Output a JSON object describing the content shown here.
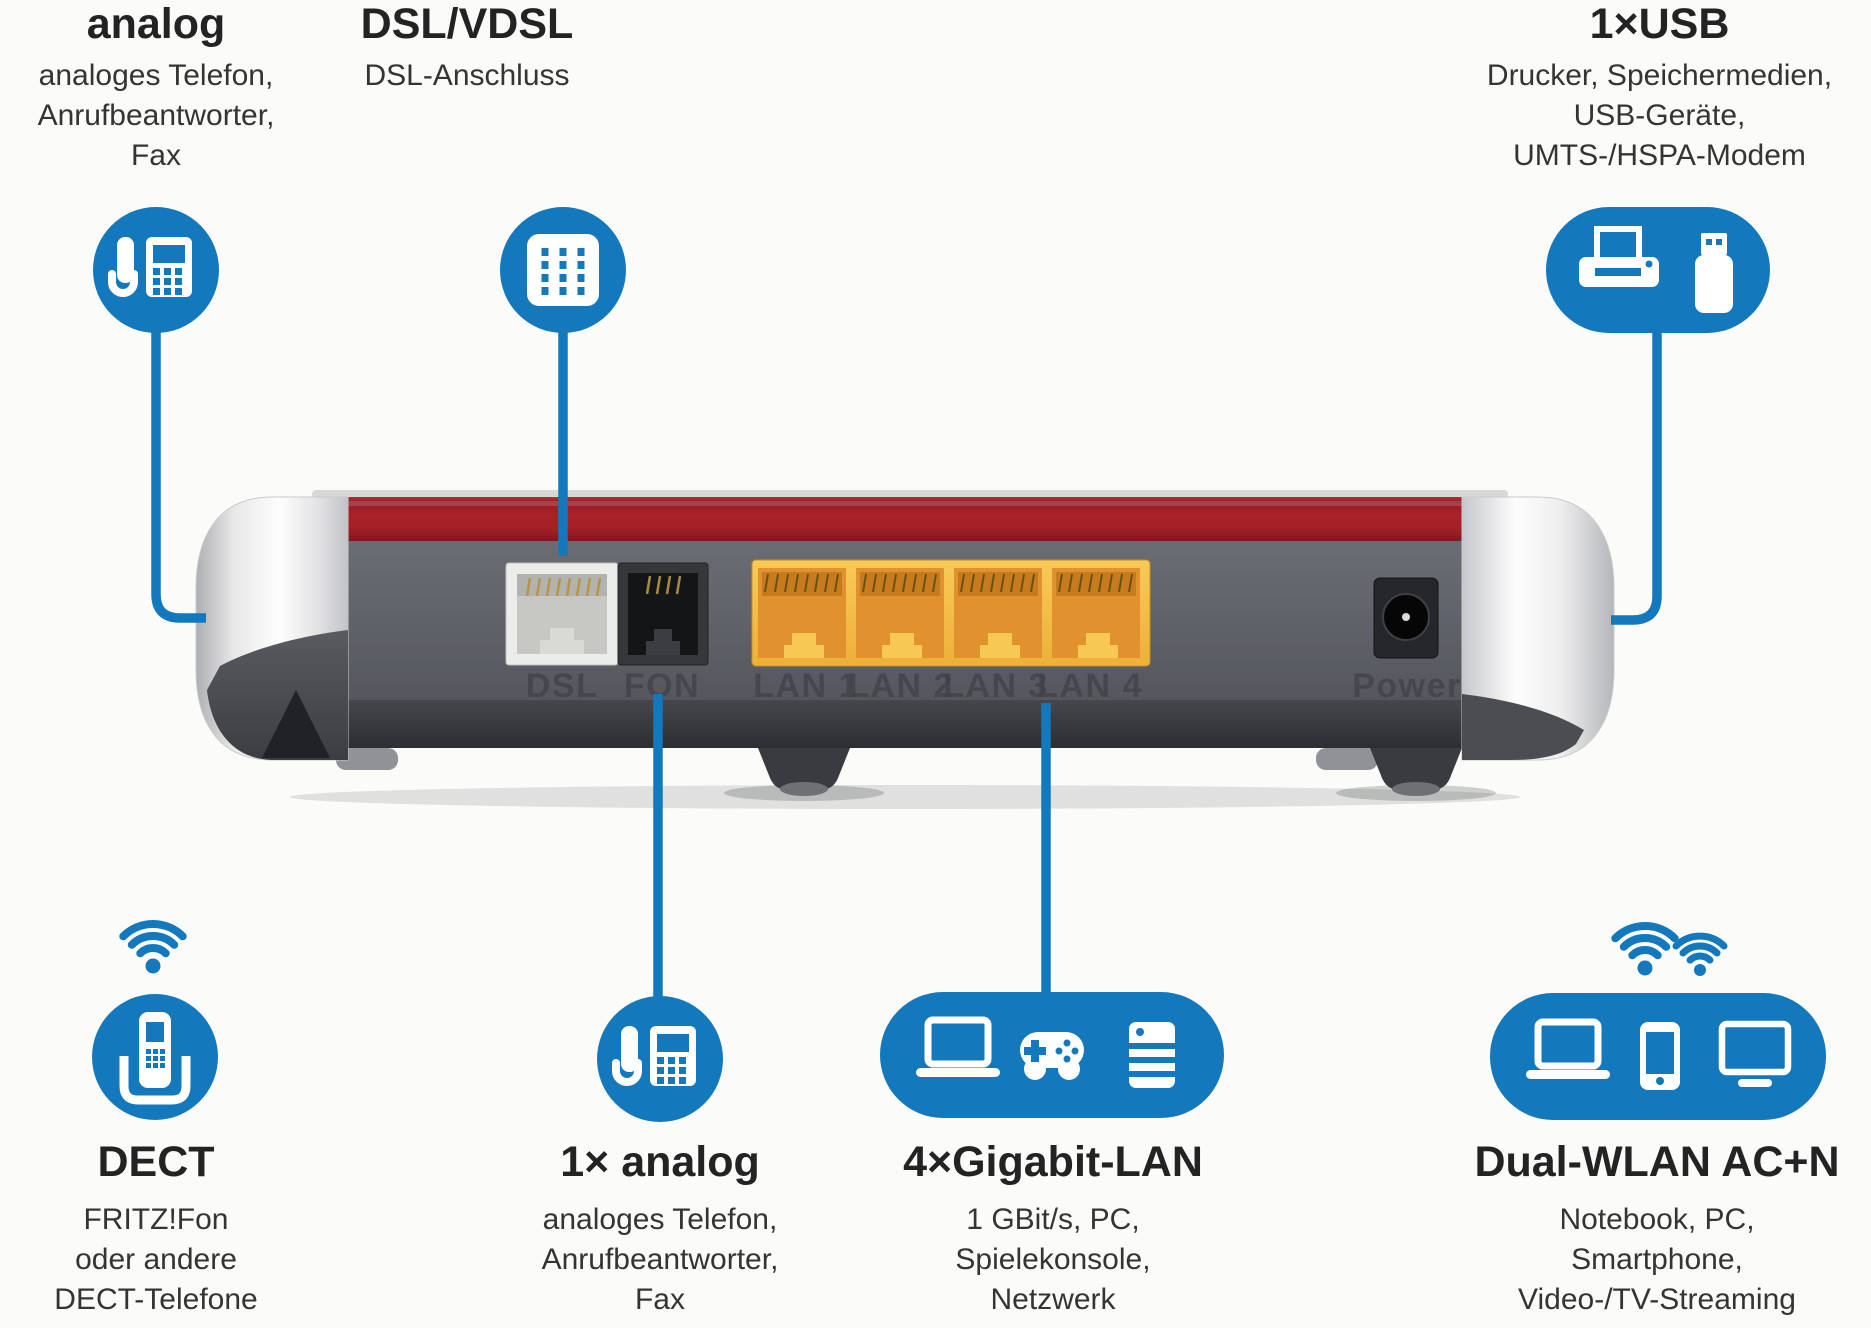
{
  "palette": {
    "accent_blue": "#1478bd",
    "router_red": "#a92129",
    "router_gray": "#5f6168",
    "lan_yellow": "#f3bd49",
    "text_dark": "#232323",
    "text_body": "#343434",
    "background": "#fbfbf9"
  },
  "sections": {
    "analog_top": {
      "title": "analog",
      "lines": [
        "analoges Telefon,",
        "Anrufbeantworter,",
        "Fax"
      ]
    },
    "dsl": {
      "title": "DSL/VDSL",
      "lines": [
        "DSL-Anschluss"
      ]
    },
    "usb": {
      "title": "1×USB",
      "lines": [
        "Drucker, Speichermedien,",
        "USB-Geräte,",
        "UMTS-/HSPA-Modem"
      ]
    },
    "dect": {
      "title": "DECT",
      "lines": [
        "FRITZ!Fon",
        "oder andere",
        "DECT-Telefone"
      ]
    },
    "analog_bottom": {
      "title": "1× analog",
      "lines": [
        "analoges Telefon,",
        "Anrufbeantworter,",
        "Fax"
      ]
    },
    "lan": {
      "title": "4×Gigabit-LAN",
      "lines": [
        "1 GBit/s, PC,",
        "Spielekonsole,",
        "Netzwerk"
      ]
    },
    "wlan": {
      "title": "Dual-WLAN AC+N",
      "lines": [
        "Notebook, PC,",
        "Smartphone,",
        "Video-/TV-Streaming"
      ]
    }
  },
  "router": {
    "ports": {
      "dsl": "DSL",
      "fon": "FON",
      "lan1": "LAN 1",
      "lan2": "LAN 2",
      "lan3": "LAN 3",
      "lan4": "LAN 4",
      "power": "Power"
    }
  },
  "icons": {
    "analog_top": "desk-phone-icon",
    "dsl": "tae-connector-icon",
    "usb": "printer-and-usb-stick-icon",
    "dect": "cordless-phone-with-wifi-icon",
    "analog_bottom": "desk-phone-icon",
    "lan": "laptop-gamepad-server-icon",
    "wlan": "laptop-smartphone-tv-with-dual-wifi-icon"
  }
}
